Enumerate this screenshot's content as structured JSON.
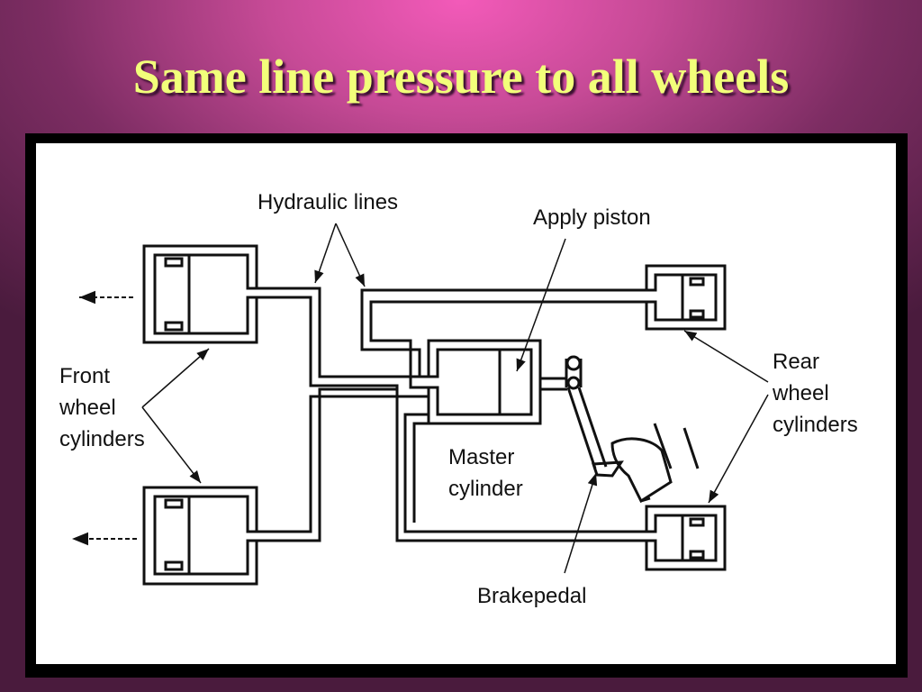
{
  "title": "Same line pressure to all wheels",
  "labels": {
    "hydraulic_lines": "Hydraulic lines",
    "apply_piston": "Apply piston",
    "front_wheel_cylinders": [
      "Front",
      "wheel",
      "cylinders"
    ],
    "rear_wheel_cylinders": [
      "Rear",
      "wheel",
      "cylinders"
    ],
    "master_cylinder": [
      "Master",
      "cylinder"
    ],
    "brakepedal": "Brakepedal"
  },
  "colors": {
    "title_text": "#f2ff7a",
    "background_center": "#f35ab9",
    "background_edge": "#4a1b3d",
    "frame": "#000000",
    "panel": "#ffffff",
    "ink": "#111111"
  }
}
